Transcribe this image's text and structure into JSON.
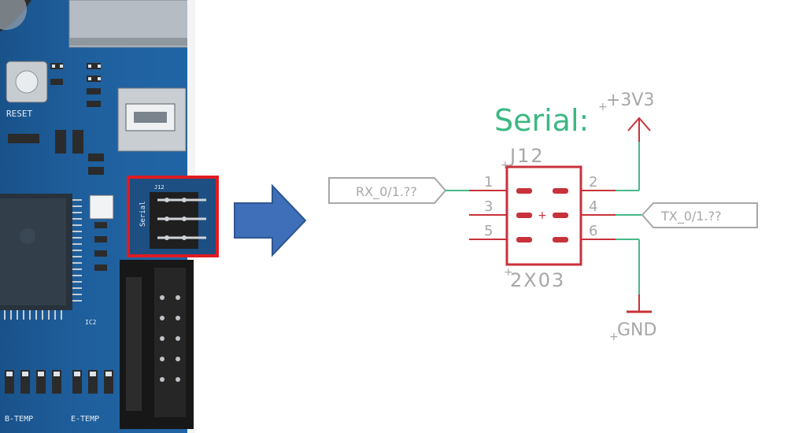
{
  "board": {
    "reset_label": "RESET",
    "header_silk_label": "Serial",
    "header_ref_label": "J12",
    "ic_label": "IC2",
    "bottom_labels": [
      "B-TEMP",
      "E-TEMP"
    ]
  },
  "schematic": {
    "title": "Serial:",
    "part_name": "J12",
    "part_value": "2X03",
    "pins": [
      "1",
      "3",
      "5",
      "2",
      "4",
      "6"
    ],
    "net_labels": {
      "rx": "RX_0/1.??",
      "tx": "TX_0/1.??",
      "power": "+3V3",
      "ground": "GND"
    }
  },
  "colors": {
    "highlight_box": "#e01b22",
    "arrow": "#3e6fb8",
    "title": "#3cb882",
    "wire": "#47b98a",
    "component": "#c8323a",
    "pin_line": "#c8323a",
    "net_label": "#a7a7a7",
    "board": "#1e5f9e"
  },
  "icons": {
    "arrow": "right-arrow-icon",
    "power": "power-arrow-icon",
    "ground": "ground-bar-icon"
  }
}
